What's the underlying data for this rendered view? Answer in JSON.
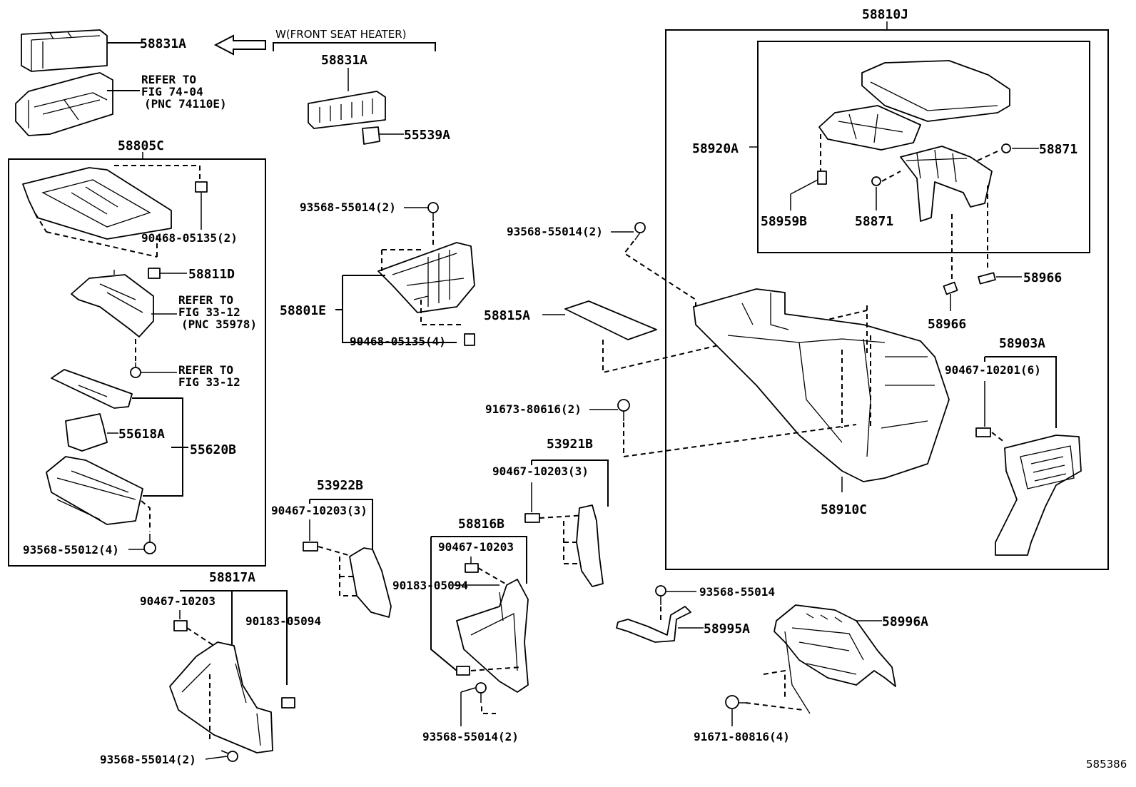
{
  "diagram_id": "585386",
  "variant_note": "W(FRONT SEAT HEATER)",
  "group_labels": {
    "g58810J": "58810J",
    "g58920A": "58920A",
    "g58805C": "58805C",
    "g58801E": "58801E",
    "g55620B": "55620B",
    "g58903A": "58903A",
    "g53921B": "53921B",
    "g53922B": "53922B",
    "g58816B": "58816B",
    "g58817A": "58817A"
  },
  "parts": {
    "p58831A_a": "58831A",
    "p58831A_b": "58831A",
    "p55539A": "55539A",
    "refer1_l1": "REFER TO",
    "refer1_l2": "FIG 74-04",
    "refer1_l3": "(PNC 74110E)",
    "p90468_05135_2": "90468-05135(2)",
    "p58811D": "58811D",
    "refer2_l1": "REFER TO",
    "refer2_l2": "FIG 33-12",
    "refer2_l3": "(PNC 35978)",
    "refer3_l1": "REFER TO",
    "refer3_l2": "FIG 33-12",
    "p55618A": "55618A",
    "p93568_55012_4": "93568-55012(4)",
    "p93568_55014_2_a": "93568-55014(2)",
    "p93568_55014_2_b": "93568-55014(2)",
    "p90468_05135_4": "90468-05135(4)",
    "p58815A": "58815A",
    "p58871_a": "58871",
    "p58871_b": "58871",
    "p58959B": "58959B",
    "p58966_a": "58966",
    "p58966_b": "58966",
    "p90467_10201_6": "90467-10201(6)",
    "p58910C": "58910C",
    "p91673_80616_2": "91673-80616(2)",
    "p90467_10203_3_a": "90467-10203(3)",
    "p90467_10203_3_b": "90467-10203(3)",
    "p90467_10203_a": "90467-10203",
    "p90467_10203_b": "90467-10203",
    "p90183_05094_a": "90183-05094",
    "p90183_05094_b": "90183-05094",
    "p93568_55014": "93568-55014",
    "p58995A": "58995A",
    "p58996A": "58996A",
    "p91671_80816_4": "91671-80816(4)",
    "p93568_55014_2_c": "93568-55014(2)",
    "p93568_55014_2_d": "93568-55014(2)"
  }
}
